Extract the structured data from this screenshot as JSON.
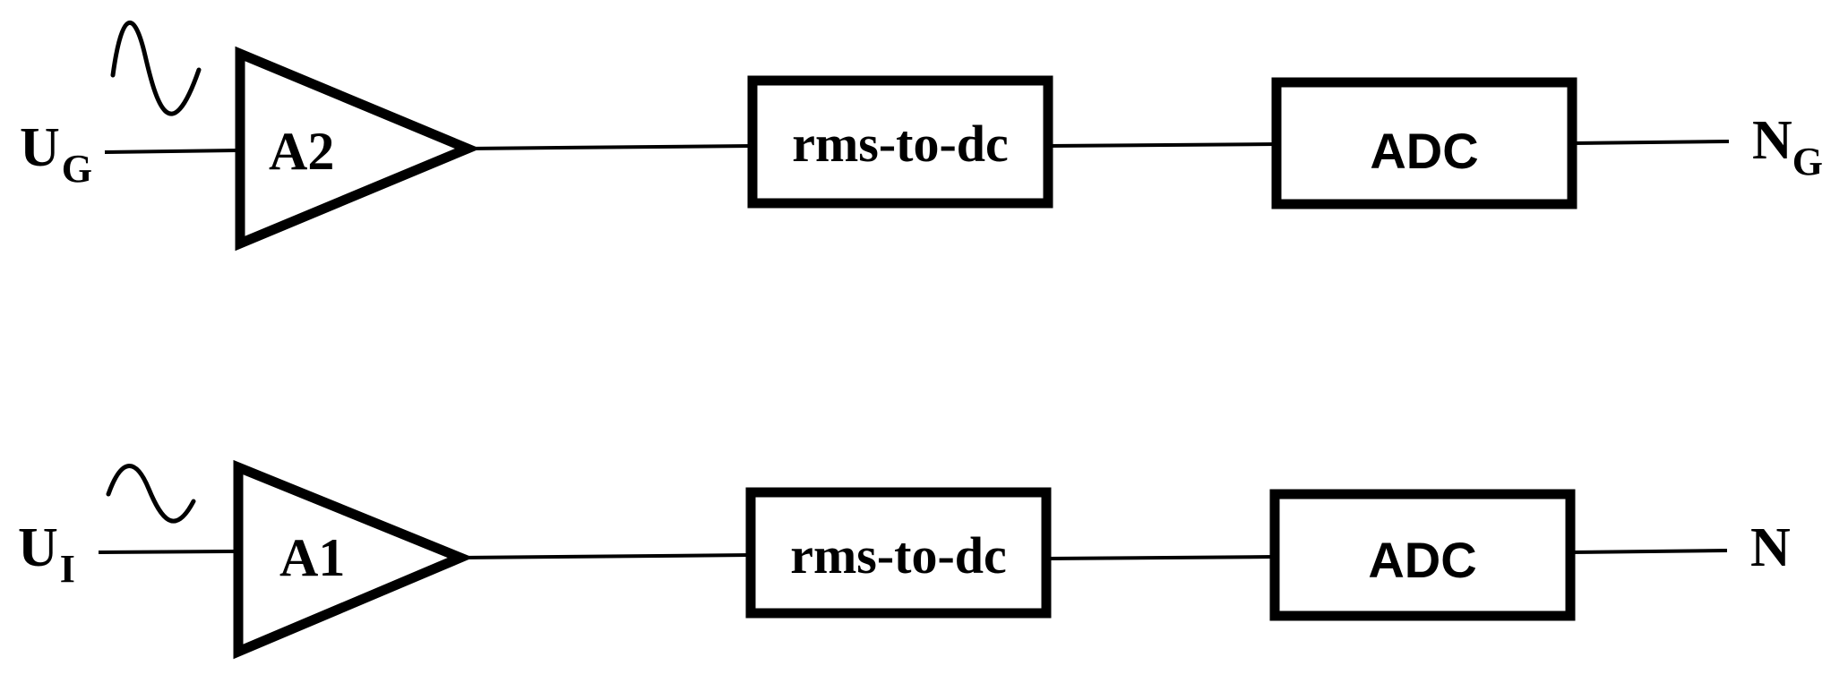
{
  "channels": {
    "top": {
      "input_label": "U",
      "input_subscript": "G",
      "amplifier_label": "A2",
      "converter_label": "rms-to-dc",
      "adc_label": "ADC",
      "output_label": "N",
      "output_subscript": "G"
    },
    "bottom": {
      "input_label": "U",
      "input_subscript": "I",
      "amplifier_label": "A1",
      "converter_label": "rms-to-dc",
      "adc_label": "ADC",
      "output_label": "N",
      "output_subscript": ""
    }
  }
}
